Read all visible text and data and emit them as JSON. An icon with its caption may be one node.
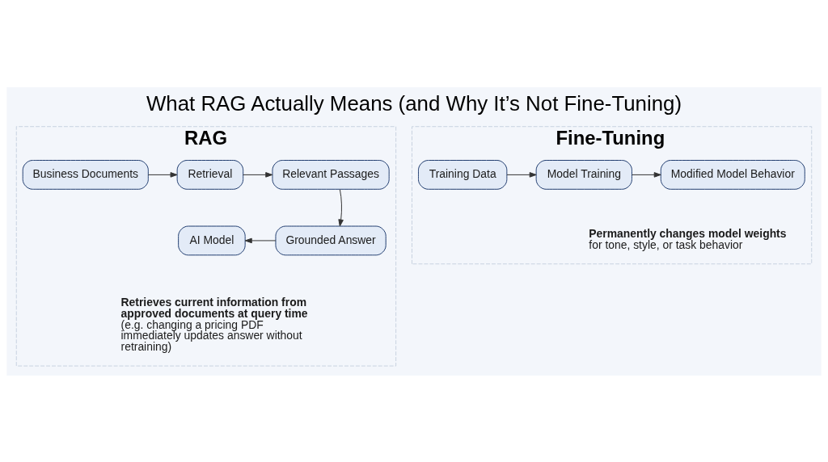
{
  "diagram": {
    "title": "What RAG Actually Means (and Why It’s Not Fine-Tuning)",
    "nodes": [
      {
        "text": [
          "RAG"
        ]
      },
      {
        "text": [
          "Business Documents"
        ],
        "in": 0
      },
      {
        "text": [
          "Retrieval"
        ],
        "in": 0
      },
      {
        "text": [
          "Relevant Passages"
        ],
        "in": 0
      },
      {
        "text": [
          "Grounded Answer"
        ],
        "in": 0
      },
      {
        "text": [
          "AI Model"
        ],
        "in": 0
      },
      {
        "text": [
          "Fine-Tuning"
        ]
      },
      {
        "text": [
          "Training Data"
        ],
        "in": 6
      },
      {
        "text": [
          "Model Training"
        ],
        "in": 6
      },
      {
        "text": [
          "Modified Model Behavior"
        ],
        "in": 6
      }
    ],
    "edges": [
      {
        "from": 1,
        "to": 2,
        "arrow": "to"
      },
      {
        "from": 2,
        "to": 3,
        "arrow": "to"
      },
      {
        "from": 3,
        "to": 4,
        "arrow": "to"
      },
      {
        "from": 4,
        "to": 5,
        "arrow": "to"
      },
      {
        "from": 7,
        "to": 8,
        "arrow": "to"
      },
      {
        "from": 8,
        "to": 9,
        "arrow": "to"
      }
    ],
    "labels": [
      "**Retrieves current information from approved documents at query time** (e.g. changing a pricing PDF immediately updates answer without retraining)",
      "**Permanently changes model weights** for tone, style, or task behavior"
    ]
  }
}
